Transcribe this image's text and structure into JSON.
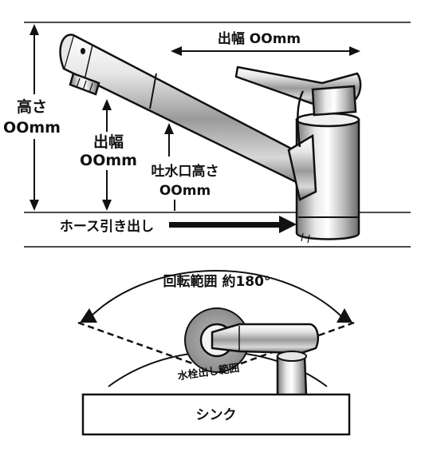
{
  "top_view": {
    "spout_reach_label": "出幅 OOmm",
    "height_label_line1": "高さ",
    "height_label_line2": "OOmm",
    "reach_label_line1": "出幅",
    "reach_label_line2": "OOmm",
    "outlet_height_line1": "吐水口高さ",
    "outlet_height_line2": "OOmm",
    "hose_label": "ホース引き出し"
  },
  "bottom_view": {
    "rotation_label": "回転範囲 約180°",
    "faucet_range_label": "水栓出し範囲",
    "sink_label": "シンク"
  },
  "colors": {
    "ink": "#111111",
    "chrome_light": "#f2f2f2",
    "chrome_mid": "#b8b8b8",
    "chrome_dark": "#6e6e6e",
    "shade_gray": "#9a9a9a"
  }
}
